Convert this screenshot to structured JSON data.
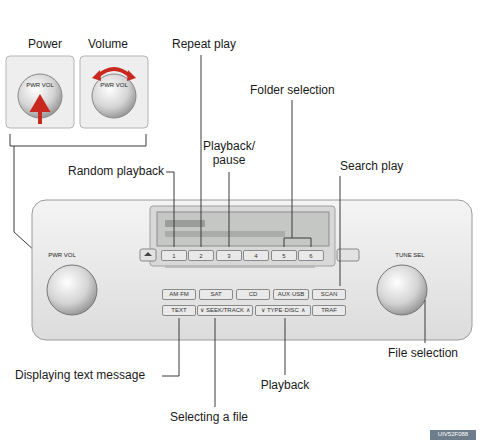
{
  "diagram": {
    "nodes": [
      {
        "text": [
          "1"
        ]
      },
      {
        "text": [
          "2"
        ]
      },
      {
        "text": [
          "3"
        ]
      },
      {
        "text": [
          "4"
        ]
      },
      {
        "text": [
          "5"
        ]
      },
      {
        "text": [
          "6"
        ]
      },
      {
        "text": [
          "AM·FM"
        ]
      },
      {
        "text": [
          "SAT"
        ]
      },
      {
        "text": [
          "CD"
        ]
      },
      {
        "text": [
          "AUX·USB"
        ]
      },
      {
        "text": [
          "SCAN"
        ]
      },
      {
        "text": [
          "TEXT"
        ]
      },
      {
        "text": [
          "∨ SEEK/TRACK ∧"
        ]
      },
      {
        "text": [
          "∨ TYPE·DISC ∧"
        ]
      },
      {
        "text": [
          "TRAF"
        ]
      }
    ],
    "labels": [
      "Power",
      "Volume",
      "PWR VOL",
      "PWR VOL",
      "Repeat play",
      "Folder selection",
      "Playback/ pause",
      "Random playback",
      "Search play",
      "PWR VOL",
      "TUNE SEL",
      "Displaying text message",
      "Selecting a file",
      "Playback",
      "File selection",
      "UIV52F088"
    ]
  }
}
